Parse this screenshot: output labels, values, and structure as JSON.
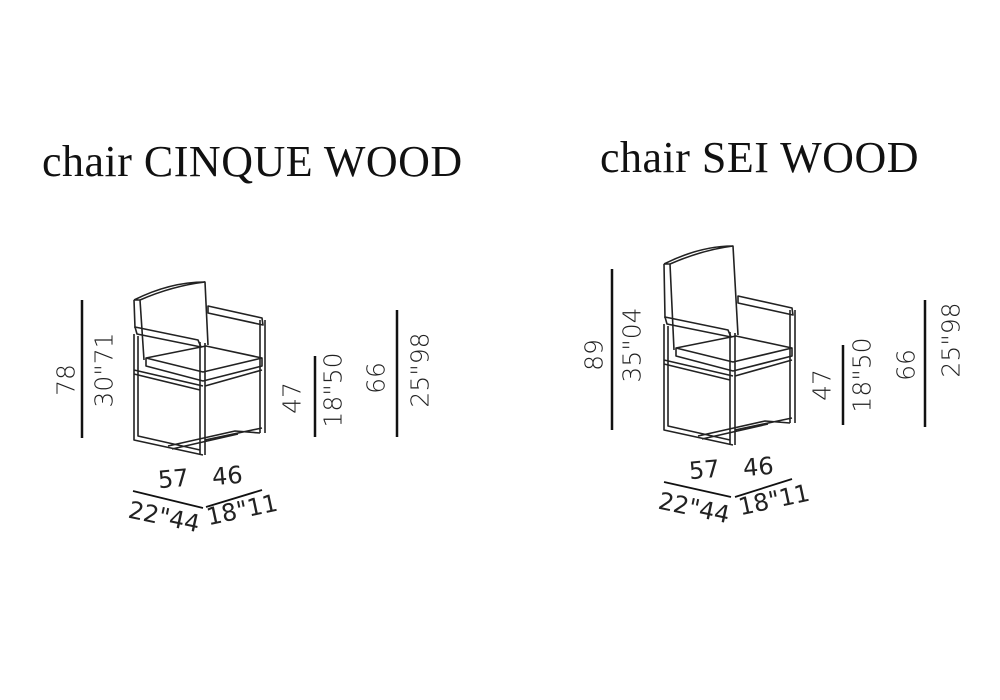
{
  "products": [
    {
      "title": "chair CINQUE WOOD",
      "height_cm": "78",
      "height_in": "30\"71",
      "seat_cm": "47",
      "seat_in": "18\"50",
      "arm_cm": "66",
      "arm_in": "25\"98",
      "width_cm": "57",
      "depth_cm": "46",
      "width_in": "22\"44",
      "depth_in": "18\"11"
    },
    {
      "title": "chair SEI WOOD",
      "height_cm": "89",
      "height_in": "35\"04",
      "seat_cm": "47",
      "seat_in": "18\"50",
      "arm_cm": "66",
      "arm_in": "25\"98",
      "width_cm": "57",
      "depth_cm": "46",
      "width_in": "22\"44",
      "depth_in": "18\"11"
    }
  ]
}
